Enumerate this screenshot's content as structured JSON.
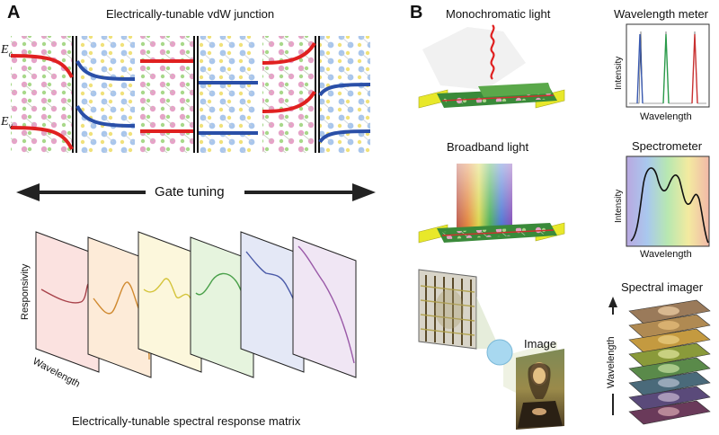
{
  "panel_a": {
    "letter": "A",
    "title": "Electrically-tunable vdW junction",
    "band_label_top": "E",
    "band_label_top_sub": "c",
    "band_label_bottom": "E",
    "band_label_bottom_sub": "v",
    "gate_label": "Gate tuning",
    "matrix_ylabel": "Responsivity",
    "matrix_xlabel": "Wavelength",
    "matrix_caption": "Electrically-tunable spectral response matrix"
  },
  "panel_b": {
    "letter": "B",
    "mono_title": "Monochromatic light",
    "broad_title": "Broadband light",
    "image_label": "Image",
    "meter": {
      "title": "Wavelength meter",
      "ylabel": "Intensity",
      "xlabel": "Wavelength"
    },
    "spectrometer": {
      "title": "Spectrometer",
      "ylabel": "Intensity",
      "xlabel": "Wavelength"
    },
    "imager": {
      "title": "Spectral imager",
      "axis_label": "Wavelength"
    }
  },
  "colors": {
    "band_red": "#e02020",
    "band_blue": "#2a4fa8",
    "pink_atom": "#e6a3c8",
    "green_atom": "#a8d88a",
    "blue_atom": "#a9c6ec",
    "yellow_atom": "#f0e17a",
    "electrode": "#e8e82a"
  }
}
